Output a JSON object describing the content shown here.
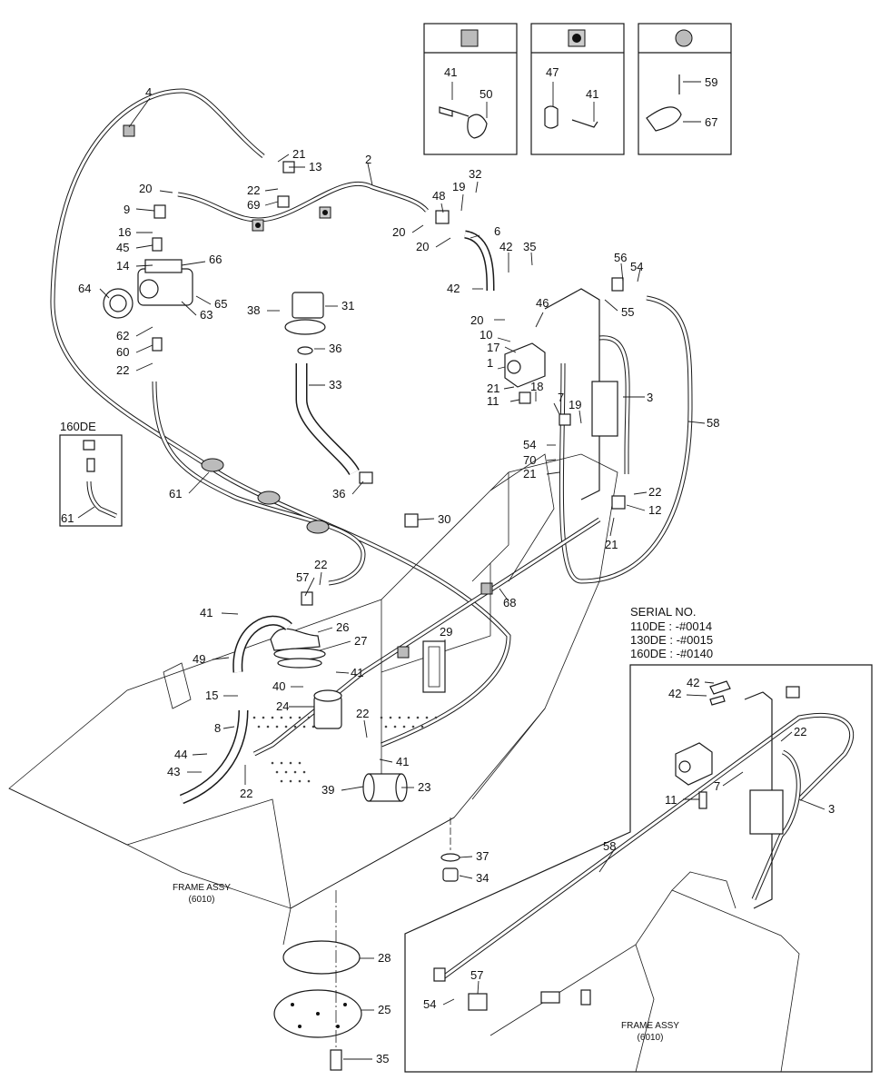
{
  "legend": {
    "boxes": [
      {
        "symbol": "dotted-square",
        "parts": [
          "41",
          "50"
        ]
      },
      {
        "symbol": "black-dot-square",
        "parts": [
          "47",
          "41"
        ]
      },
      {
        "symbol": "dotted-circle",
        "parts": [
          "59",
          "67"
        ]
      }
    ]
  },
  "inset_160de": {
    "title": "160DE",
    "part": "61"
  },
  "serial_note": {
    "heading": "SERIAL NO.",
    "lines": [
      "110DE : -#0014",
      "130DE : -#0015",
      "160DE : -#0140"
    ]
  },
  "frame_labels": {
    "main": [
      "FRAME ASSY",
      "(6010)"
    ],
    "inset": [
      "FRAME ASSY",
      "(6010)"
    ]
  },
  "callouts": {
    "c4": "4",
    "c21a": "21",
    "c13": "13",
    "c2": "2",
    "c20a": "20",
    "c22a": "22",
    "c69": "69",
    "c9": "9",
    "c16": "16",
    "c45": "45",
    "c14": "14",
    "c66": "66",
    "c64": "64",
    "c65": "65",
    "c63": "63",
    "c62": "62",
    "c60": "60",
    "c22b": "22",
    "c38": "38",
    "c31": "31",
    "c36a": "36",
    "c33": "33",
    "c48": "48",
    "c19a": "19",
    "c32": "32",
    "c20b": "20",
    "c20c": "20",
    "c6": "6",
    "c42a": "42",
    "c35a": "35",
    "c42b": "42",
    "c56": "56",
    "c54a": "54",
    "c55": "55",
    "c46": "46",
    "c20d": "20",
    "c10": "10",
    "c17": "17",
    "c1": "1",
    "c21b": "21",
    "c18": "18",
    "c11a": "11",
    "c7a": "7",
    "c19b": "19",
    "c3a": "3",
    "c58a": "58",
    "c54b": "54",
    "c70": "70",
    "c21c": "21",
    "c22c": "22",
    "c12": "12",
    "c21d": "21",
    "c61a": "61",
    "c36b": "36",
    "c30": "30",
    "c22d": "22",
    "c57a": "57",
    "c68": "68",
    "c41a": "41",
    "c26": "26",
    "c27": "27",
    "c29": "29",
    "c49": "49",
    "c40": "40",
    "c41b": "41",
    "c15": "15",
    "c24": "24",
    "c22e": "22",
    "c8": "8",
    "c44": "44",
    "c43": "43",
    "c22f": "22",
    "c41c": "41",
    "c39": "39",
    "c23": "23",
    "c37": "37",
    "c34": "34",
    "c28": "28",
    "c25": "25",
    "c35b": "35",
    "c42c": "42",
    "c42d": "42",
    "c22g": "22",
    "c7b": "7",
    "c11b": "11",
    "c3b": "3",
    "c58b": "58",
    "c57b": "57",
    "c54c": "54"
  }
}
